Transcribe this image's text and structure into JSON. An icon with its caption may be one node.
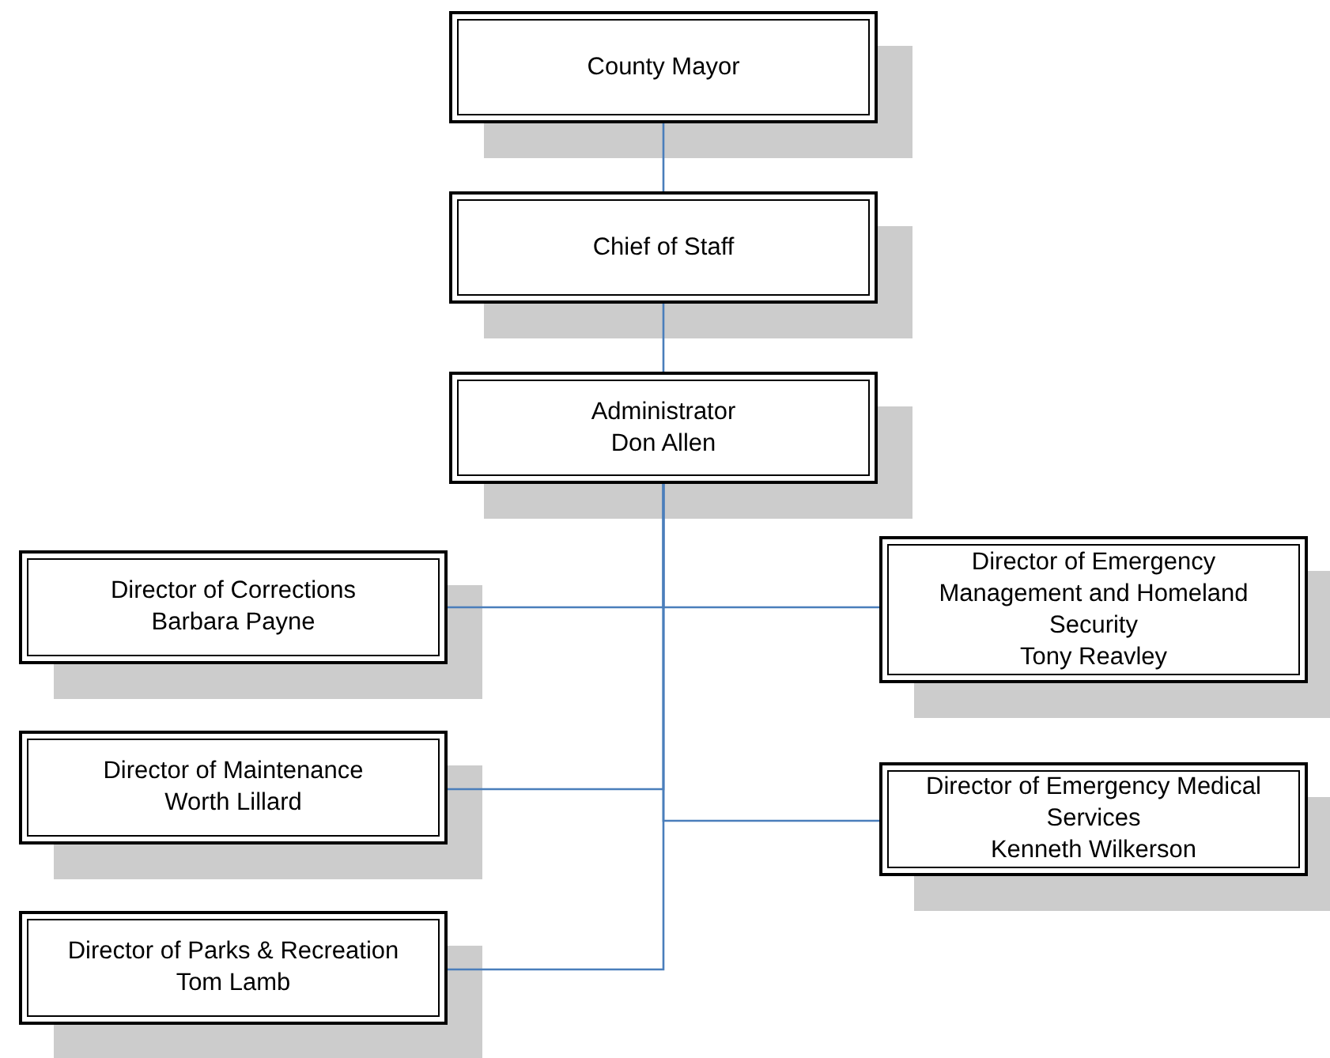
{
  "diagram": {
    "nodes": [
      {
        "text": [
          "County Mayor"
        ]
      },
      {
        "text": [
          "Chief of Staff"
        ]
      },
      {
        "text": [
          "Administrator",
          "Don Allen"
        ]
      },
      {
        "text": [
          "Director of Corrections",
          "Barbara Payne"
        ]
      },
      {
        "text": [
          "Director of Emergency Management and Homeland Security",
          "Tony Reavley"
        ]
      },
      {
        "text": [
          "Director of Maintenance",
          "Worth Lillard"
        ]
      },
      {
        "text": [
          "Director of Emergency Medical Services",
          "Kenneth Wilkerson"
        ]
      },
      {
        "text": [
          "Director of Parks & Recreation",
          "Tom Lamb"
        ]
      }
    ],
    "edges": [
      {
        "from": 0,
        "to": 1,
        "arrow": "none"
      },
      {
        "from": 1,
        "to": 2,
        "arrow": "none"
      },
      {
        "from": 2,
        "to": 3,
        "arrow": "none"
      },
      {
        "from": 2,
        "to": 4,
        "arrow": "none"
      },
      {
        "from": 2,
        "to": 5,
        "arrow": "none"
      },
      {
        "from": 2,
        "to": 6,
        "arrow": "none"
      },
      {
        "from": 2,
        "to": 7,
        "arrow": "none"
      }
    ]
  }
}
